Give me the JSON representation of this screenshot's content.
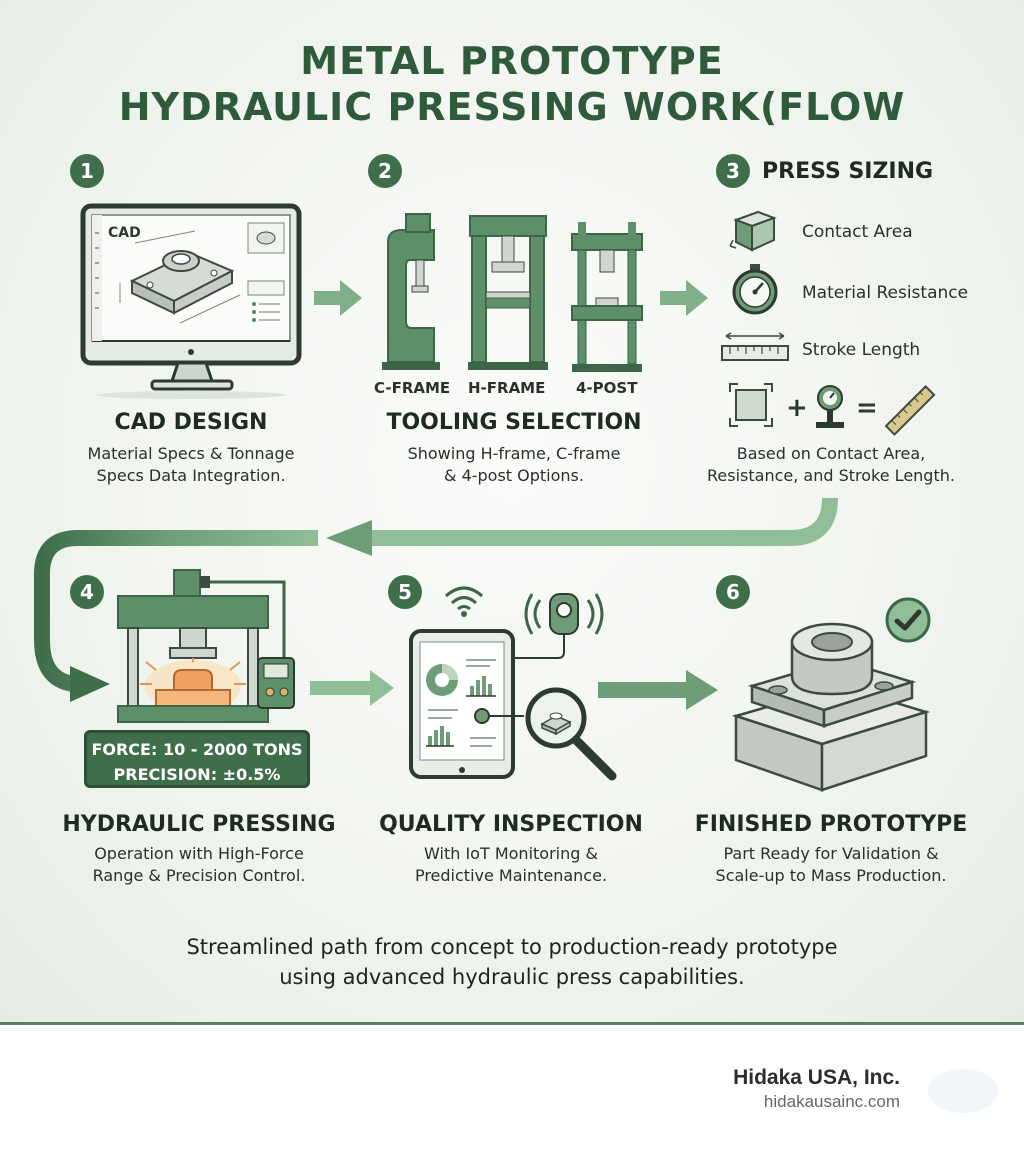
{
  "title": {
    "line1": "METAL PROTOTYPE",
    "line2": "HYDRAULIC PRESSING WORK(FLOW"
  },
  "steps": [
    {
      "num": "1",
      "title": "CAD DESIGN",
      "desc1": "Material Specs & Tonnage",
      "desc2": "Specs Data Integration.",
      "screen_label": "CAD"
    },
    {
      "num": "2",
      "title": "TOOLING SELECTION",
      "desc1": "Showing H-frame, C-frame",
      "desc2": "& 4-post Options.",
      "frames": [
        "C-FRAME",
        "H-FRAME",
        "4-POST"
      ]
    },
    {
      "num": "3",
      "title": "PRESS SIZING",
      "desc1": "Based on Contact Area,",
      "desc2": "Resistance, and Stroke Length.",
      "factors": [
        "Contact Area",
        "Material Resistance",
        "Stroke Length"
      ]
    },
    {
      "num": "4",
      "title": "HYDRAULIC PRESSING",
      "desc1": "Operation with High-Force",
      "desc2": "Range & Precision Control.",
      "force": "FORCE: 10 - 2000 TONS",
      "precision": "PRECISION: ±0.5%"
    },
    {
      "num": "5",
      "title": "QUALITY INSPECTION",
      "desc1": "With IoT Monitoring &",
      "desc2": "Predictive Maintenance."
    },
    {
      "num": "6",
      "title": "FINISHED PROTOTYPE",
      "desc1": "Part Ready for Validation &",
      "desc2": "Scale-up to Mass Production."
    }
  ],
  "summary": {
    "line1": "Streamlined path from concept to production-ready prototype",
    "line2": "using advanced hydraulic press capabilities."
  },
  "footer": {
    "company": "Hidaka USA, Inc.",
    "site": "hidakausainc.com"
  },
  "colors": {
    "primary": "#3e6e4a",
    "title": "#2f5a3c",
    "arrow": "#7fb08a"
  }
}
